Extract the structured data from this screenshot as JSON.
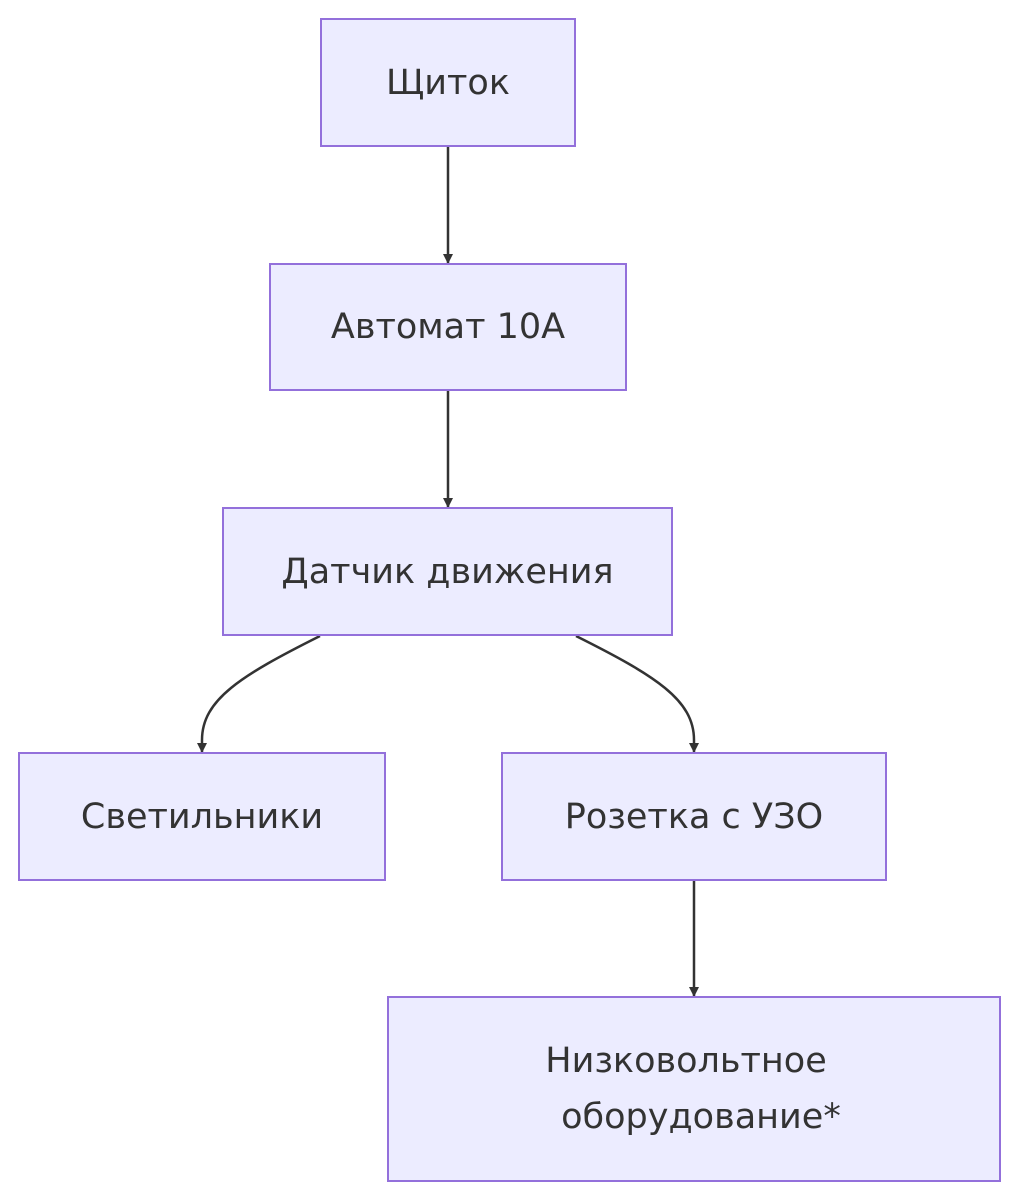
{
  "colors": {
    "node_fill": "#ECECFF",
    "node_border": "#9370DB",
    "text": "#333333",
    "edge": "#333333",
    "background": "#ffffff"
  },
  "nodes": {
    "panel": "Щиток",
    "breaker": "Автомат 10А",
    "motion_sensor": "Датчик движения",
    "lights": "Светильники",
    "rcd_socket": "Розетка с УЗО",
    "low_voltage": [
      "Низковольтное",
      "оборудование*"
    ]
  },
  "edges": [
    {
      "from": "panel",
      "to": "breaker"
    },
    {
      "from": "breaker",
      "to": "motion_sensor"
    },
    {
      "from": "motion_sensor",
      "to": "lights"
    },
    {
      "from": "motion_sensor",
      "to": "rcd_socket"
    },
    {
      "from": "rcd_socket",
      "to": "low_voltage"
    }
  ]
}
